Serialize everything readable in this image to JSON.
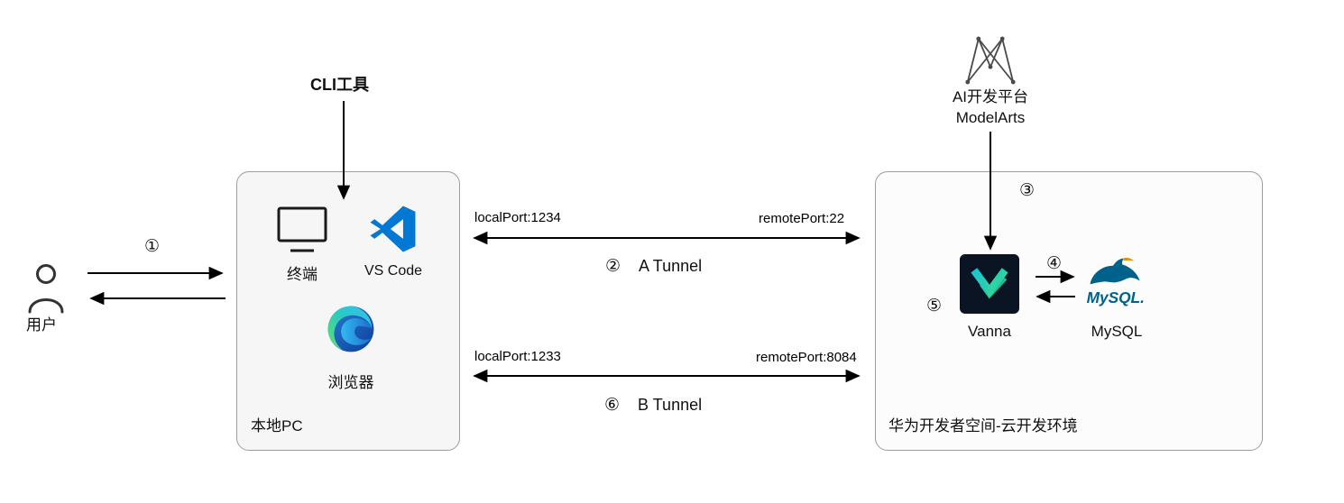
{
  "diagram": {
    "user": {
      "label": "用户",
      "step": "①"
    },
    "local_pc": {
      "box_label": "本地PC",
      "cli_label": "CLI工具",
      "terminal_label": "终端",
      "vscode_label": "VS Code",
      "browser_label": "浏览器"
    },
    "tunnel_a": {
      "local_port": "localPort:1234",
      "remote_port": "remotePort:22",
      "step": "②",
      "label": "A Tunnel"
    },
    "tunnel_b": {
      "local_port": "localPort:1233",
      "remote_port": "remotePort:8084",
      "step": "⑥",
      "label": "B Tunnel"
    },
    "cloud": {
      "box_label": "华为开发者空间-云开发环境",
      "modelarts_line1": "AI开发平台",
      "modelarts_line2": "ModelArts",
      "step_3": "③",
      "step_4": "④",
      "step_5": "⑤",
      "vanna_label": "Vanna",
      "mysql_label": "MySQL",
      "mysql_logo_text": "MySQL."
    },
    "colors": {
      "arrow": "#000000",
      "box_border": "#9d9d9d",
      "left_box_fill": "#f6f6f6",
      "right_box_fill": "#fcfcfc",
      "vscode_blue": "#0078d4",
      "vanna_bg": "#0b1422",
      "vanna_teal": "#17c3d6",
      "vanna_green": "#3ddc84",
      "mysql_blue": "#00618a",
      "mysql_orange": "#e48e00"
    }
  }
}
